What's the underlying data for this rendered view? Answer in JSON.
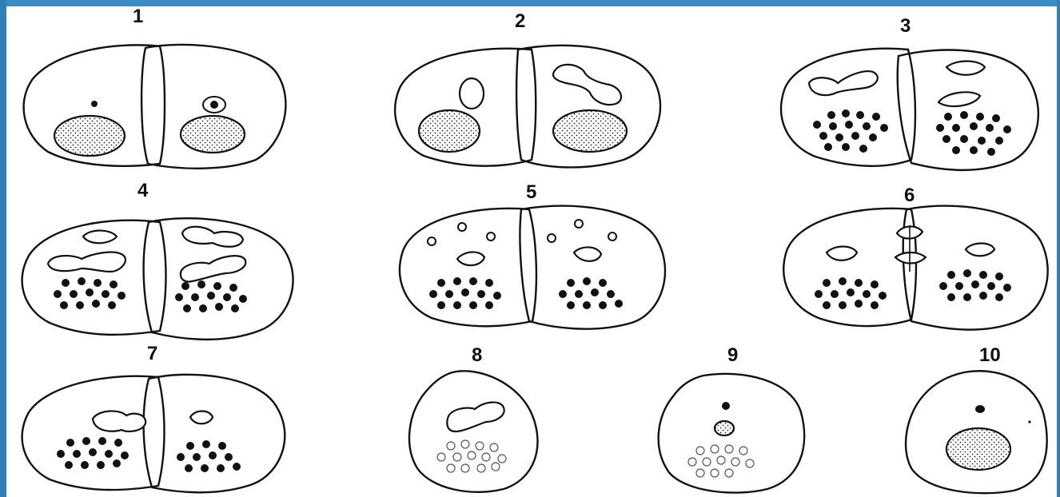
{
  "figure": {
    "panels": [
      {
        "label": "1"
      },
      {
        "label": "2"
      },
      {
        "label": "3"
      },
      {
        "label": "4"
      },
      {
        "label": "5"
      },
      {
        "label": "6"
      },
      {
        "label": "7"
      },
      {
        "label": "8"
      },
      {
        "label": "9"
      },
      {
        "label": "10"
      }
    ]
  },
  "colors": {
    "frame": "#2f7fb8",
    "ink": "#111111",
    "background": "#ffffff"
  }
}
